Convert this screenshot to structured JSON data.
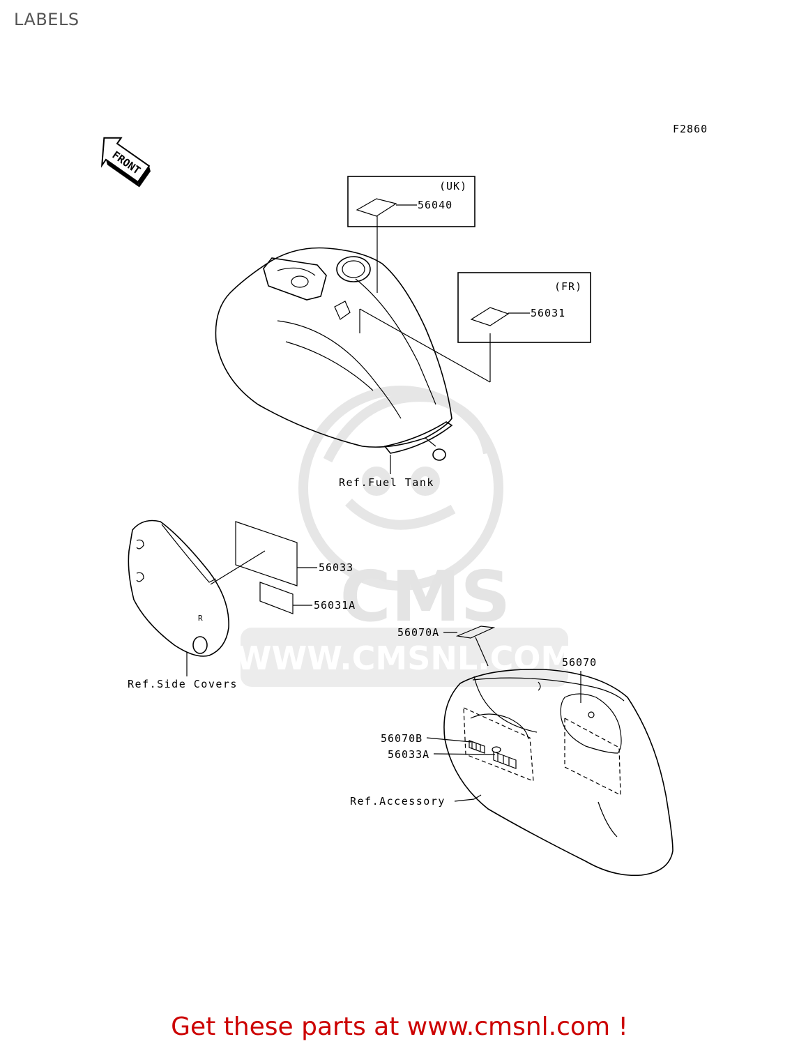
{
  "page": {
    "title": "LABELS"
  },
  "figure": {
    "code": "F2860",
    "front_marker": "FRONT",
    "boxes": {
      "uk": {
        "region": "(UK)",
        "part": "56040"
      },
      "fr": {
        "region": "(FR)",
        "part": "56031"
      }
    },
    "callouts": {
      "p56033": "56033",
      "p56031a": "56031A",
      "p56070a": "56070A",
      "p56070": "56070",
      "p56070b": "56070B",
      "p56033a": "56033A"
    },
    "references": {
      "fuel_tank": "Ref.Fuel Tank",
      "side_covers": "Ref.Side Covers",
      "accessory": "Ref.Accessory"
    }
  },
  "watermark": {
    "brand": "CMS",
    "url": "WWW.CMSNL.COM"
  },
  "footer": {
    "text": "Get these parts at www.cmsnl.com !"
  },
  "colors": {
    "footer_text": "#cc0000",
    "title_text": "#555555",
    "watermark": "#e4e4e4"
  }
}
